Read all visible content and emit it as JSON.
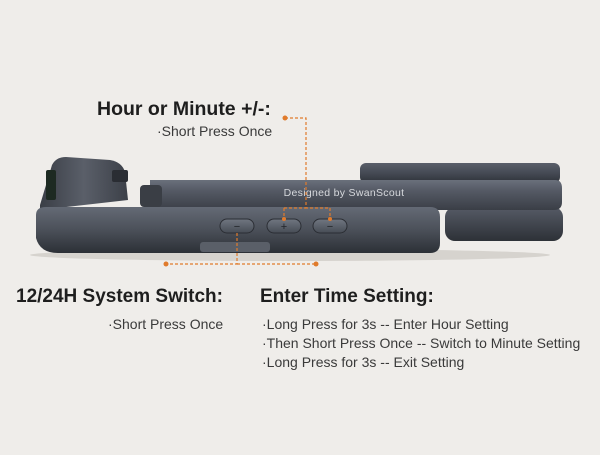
{
  "device": {
    "brand_text": "Designed by SwanScout",
    "buttons": [
      "−",
      "+",
      "−"
    ],
    "colors": {
      "body": "#4a4f5a",
      "body_dark": "#2f333b",
      "accent_line": "#e07b2c",
      "background": "#efedea"
    }
  },
  "callouts": {
    "hour_minute": {
      "title": "Hour or Minute +/-:",
      "action": "·Short Press Once"
    },
    "system_switch": {
      "title": "12/24H System Switch:",
      "action": "·Short Press Once"
    },
    "enter_time": {
      "title": "Enter Time Setting:",
      "steps": [
        "·Long Press for 3s -- Enter Hour Setting",
        "·Then Short Press Once -- Switch to Minute Setting",
        "·Long Press for 3s -- Exit Setting"
      ]
    }
  }
}
